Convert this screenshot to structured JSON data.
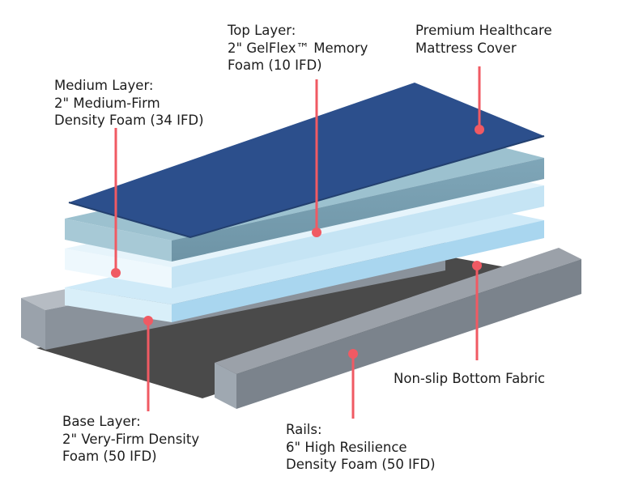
{
  "labels": {
    "top_layer": [
      "Top Layer:",
      "2\" GelFlex™ Memory",
      "Foam (10 IFD)"
    ],
    "cover": [
      "Premium Healthcare",
      "Mattress Cover"
    ],
    "medium_layer": [
      "Medium Layer:",
      "2\" Medium-Firm",
      "Density Foam (34 IFD)"
    ],
    "bottom_fabric": [
      "Non-slip Bottom Fabric"
    ],
    "base_layer": [
      "Base Layer:",
      "2\" Very-Firm Density",
      "Foam (50 IFD)"
    ],
    "rails": [
      "Rails:",
      "6\" High Resilience",
      "Density Foam (50 IFD)"
    ]
  },
  "colors": {
    "cover": "#2c4f8c",
    "top_foam": "#8fb8c8",
    "medium_foam": "#dff1fb",
    "base_foam": "#c6e5f6",
    "rails": "#8e939b",
    "bottom_fabric": "#4a4a4a",
    "callout": "#f05a63"
  }
}
